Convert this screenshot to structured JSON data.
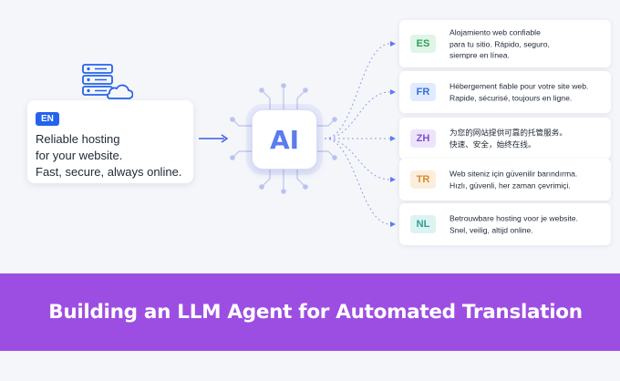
{
  "source": {
    "lang": "EN",
    "lines": [
      "Reliable hosting",
      "for your website.",
      "Fast, secure, always online."
    ]
  },
  "icons": {
    "server": "server-cloud-icon",
    "arrow": "arrow-right-icon"
  },
  "ai": {
    "label": "AI"
  },
  "outputs": [
    {
      "lang": "ES",
      "tag_bg": "#dff5e6",
      "tag_color": "#2f9e5b",
      "lines": [
        "Alojamiento web confiable",
        "para tu sitio. Rápido, seguro,",
        "siempre en línea."
      ]
    },
    {
      "lang": "FR",
      "tag_bg": "#e0ebff",
      "tag_color": "#3b6fd8",
      "lines": [
        "Hébergement fiable pour votre site web.",
        "Rapide, sécurisé, toujours en ligne."
      ]
    },
    {
      "lang": "ZH",
      "tag_bg": "#ece4fb",
      "tag_color": "#7c4fd0",
      "lines": [
        "为您的网站提供可靠的托管服务。",
        "快速、安全，始终在线。"
      ]
    },
    {
      "lang": "TR",
      "tag_bg": "#fbeedd",
      "tag_color": "#d98a2b",
      "lines": [
        "Web siteniz için güvenilir barındırma.",
        "Hızlı, güvenli, her zaman çevrimiçi."
      ]
    },
    {
      "lang": "NL",
      "tag_bg": "#dcf3f1",
      "tag_color": "#2a9d92",
      "lines": [
        "Betrouwbare hosting voor je website.",
        "Snel, veilig, altijd online."
      ]
    }
  ],
  "banner": {
    "title": "Building an LLM Agent for Automated Translation"
  },
  "colors": {
    "banner": "#9d4ee2",
    "accent": "#2563eb",
    "ai_text": "#5b7bf0",
    "wire": "#8aa0e8"
  }
}
